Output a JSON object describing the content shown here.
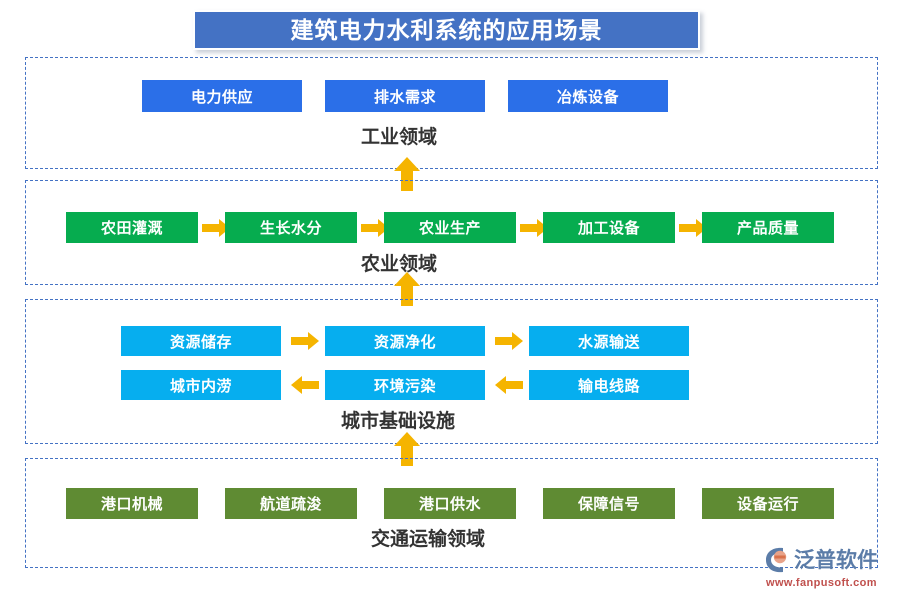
{
  "header": {
    "title": "建筑电力水利系统的应用场景",
    "banner_color": "#4472C4"
  },
  "sections": [
    {
      "id": "industry",
      "label": "工业领域",
      "color": "#2B6FE8",
      "nodes": [
        "电力供应",
        "排水需求",
        "冶炼设备"
      ],
      "connectors": []
    },
    {
      "id": "agriculture",
      "label": "农业领域",
      "color": "#06AC4F",
      "nodes": [
        "农田灌溉",
        "生长水分",
        "农业生产",
        "加工设备",
        "产品质量"
      ],
      "connectors": [
        "right",
        "right",
        "right",
        "right"
      ]
    },
    {
      "id": "city",
      "label": "城市基础设施",
      "color": "#06AEEF",
      "nodes_row1": [
        "资源储存",
        "资源净化",
        "水源输送"
      ],
      "connectors_row1": [
        "right",
        "right"
      ],
      "nodes_row2": [
        "城市内涝",
        "环境污染",
        "输电线路"
      ],
      "connectors_row2": [
        "left",
        "left"
      ]
    },
    {
      "id": "transport",
      "label": "交通运输领域",
      "color": "#5F8B33",
      "nodes": [
        "港口机械",
        "航道疏浚",
        "港口供水",
        "保障信号",
        "设备运行"
      ],
      "connectors": []
    }
  ],
  "flow_arrows": {
    "direction": "up",
    "color": "#F5B400",
    "count": 3
  },
  "logo": {
    "name": "泛普软件",
    "url": "www.fanpusoft.com",
    "name_color": "#5B7CA8",
    "url_color": "#C0504D"
  }
}
